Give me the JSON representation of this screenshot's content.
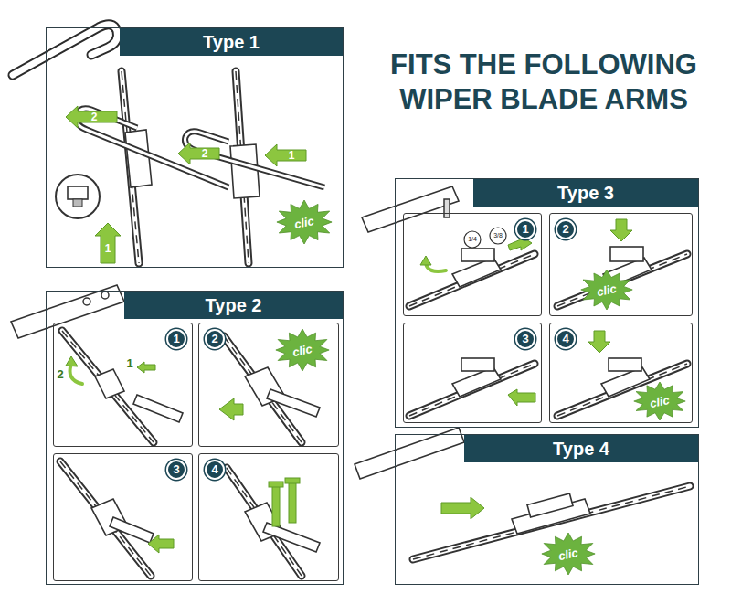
{
  "diagram": {
    "title": "FITS THE FOLLOWING WIPER BLADE ARMS",
    "nodes": [
      {
        "text": [
          "Type 1"
        ]
      },
      {
        "text": [
          "clic"
        ],
        "in": 0
      },
      {
        "text": [
          "Type 2"
        ]
      },
      {
        "text": [
          "1"
        ],
        "in": 2
      },
      {
        "text": [
          "2"
        ],
        "in": 2
      },
      {
        "text": [
          "clic"
        ],
        "in": 4
      },
      {
        "text": [
          "3"
        ],
        "in": 2
      },
      {
        "text": [
          "4"
        ],
        "in": 2
      },
      {
        "text": [
          "Type 3"
        ]
      },
      {
        "text": [
          "1"
        ],
        "in": 8
      },
      {
        "text": [
          "2"
        ],
        "in": 8
      },
      {
        "text": [
          "clic"
        ],
        "in": 10
      },
      {
        "text": [
          "3"
        ],
        "in": 8
      },
      {
        "text": [
          "4"
        ],
        "in": 8
      },
      {
        "text": [
          "clic"
        ],
        "in": 13
      },
      {
        "text": [
          "Type 4"
        ]
      },
      {
        "text": [
          "clic"
        ],
        "in": 15
      }
    ],
    "labels": [
      "2",
      "1",
      "2",
      "1",
      "2",
      "1",
      "1/4",
      "3/8"
    ]
  }
}
